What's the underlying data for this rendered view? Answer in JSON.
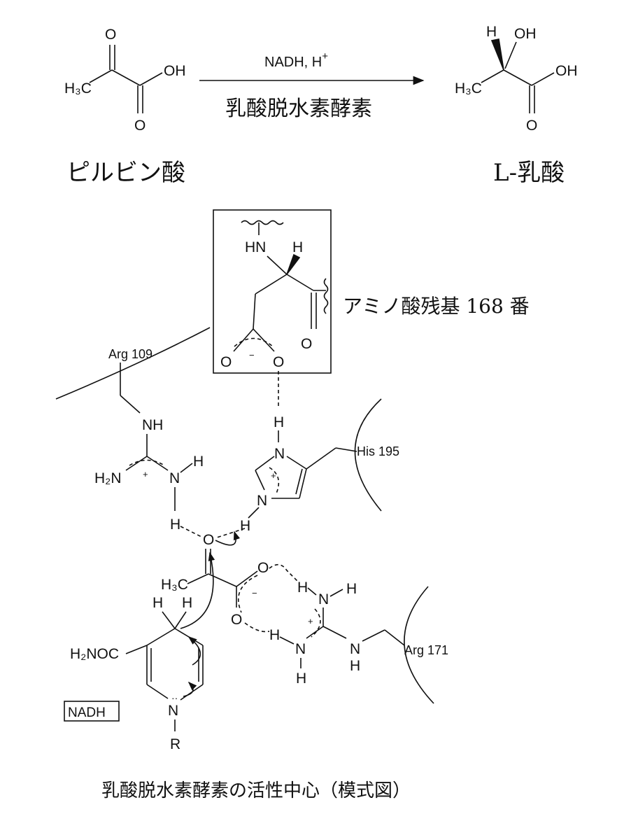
{
  "reaction": {
    "reagents": "NADH,  H",
    "reagents_sup": "+",
    "enzyme": "乳酸脱水素酵素",
    "substrate_label": "ピルビン酸",
    "product_label": "L-乳酸"
  },
  "atoms": {
    "O": "O",
    "OH": "OH",
    "H": "H",
    "H3C": "H₃C",
    "HN": "HN",
    "NH": "NH",
    "N": "N",
    "H2N": "H₂N",
    "H2NOC": "H₂NOC",
    "R": "R",
    "plus": "+",
    "minus": "−"
  },
  "active_site": {
    "residue_168": "アミノ酸残基 168 番",
    "arg109": "Arg 109",
    "his195": "His 195",
    "arg171": "Arg 171",
    "nadh": "NADH",
    "caption": "乳酸脱水素酵素の活性中心（模式図）"
  }
}
